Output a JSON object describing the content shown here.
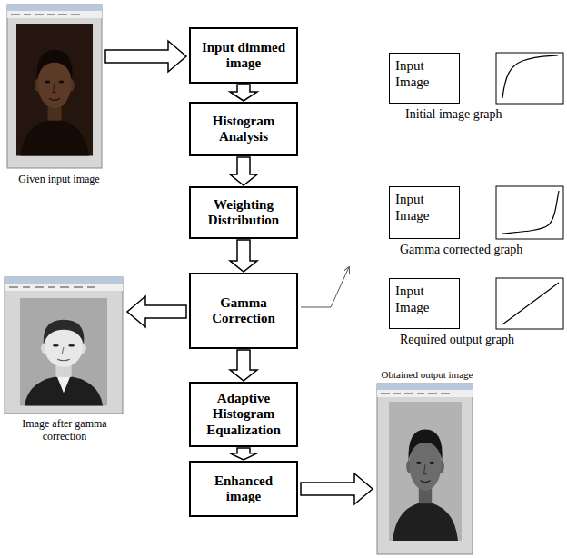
{
  "diagram": {
    "nodes": [
      {
        "text": [
          "Input dimmed image"
        ]
      },
      {
        "text": [
          "Histogram Analysis"
        ]
      },
      {
        "text": [
          "Weighting Distribution"
        ]
      },
      {
        "text": [
          "Gamma Correction"
        ]
      },
      {
        "text": [
          "Adaptive Histogram Equalization"
        ]
      },
      {
        "text": [
          "Enhanced image"
        ]
      },
      {
        "text": [
          "Input Image"
        ]
      },
      {
        "text": [
          "Input Image"
        ]
      },
      {
        "text": [
          "Input Image"
        ]
      }
    ],
    "edges": [
      {
        "from": 0,
        "to": 1,
        "arrow": "to"
      },
      {
        "from": 1,
        "to": 2,
        "arrow": "to"
      },
      {
        "from": 2,
        "to": 3,
        "arrow": "to"
      },
      {
        "from": 3,
        "to": 4,
        "arrow": "to"
      },
      {
        "from": 4,
        "to": 5,
        "arrow": "to"
      }
    ],
    "labels": [
      "Given input image",
      "Image after gamma correction",
      "Obtained output image",
      "Initial image graph",
      "Gamma corrected graph",
      "Required output graph"
    ]
  }
}
